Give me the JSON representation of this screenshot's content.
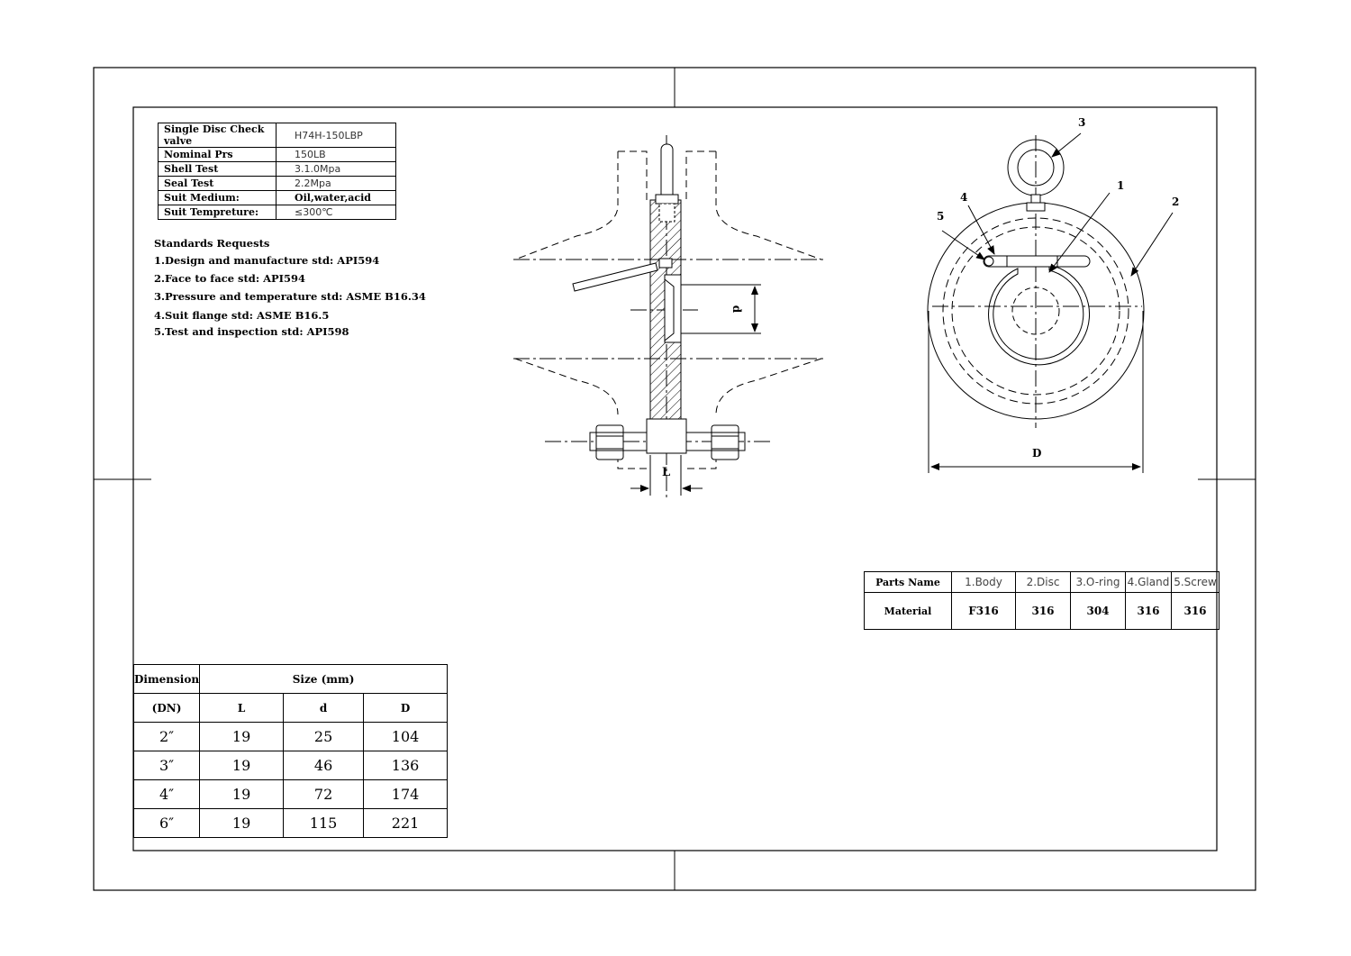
{
  "spec_table": {
    "rows": [
      {
        "label": "Single Disc Check valve",
        "value": "H74H-150LBP"
      },
      {
        "label": "Nominal Prs",
        "value": "150LB"
      },
      {
        "label": "Shell Test",
        "value": "3.1.0Mpa"
      },
      {
        "label": "Seal Test",
        "value": "2.2Mpa"
      },
      {
        "label": "Suit Medium:",
        "value": "Oil,water,acid"
      },
      {
        "label": "Suit Tempreture:",
        "value": "≤300℃"
      }
    ]
  },
  "standards": {
    "heading": "Standards Requests",
    "items": [
      "1.Design and manufacture std: API594",
      "2.Face to face std: API594",
      "3.Pressure and temperature std: ASME B16.34",
      "4.Suit flange std: ASME B16.5",
      "5.Test and inspection std: API598"
    ]
  },
  "section_view": {
    "dim_d": "d",
    "dim_L": "L"
  },
  "front_view": {
    "dim_D": "D",
    "callouts": [
      "1",
      "2",
      "3",
      "4",
      "5"
    ]
  },
  "materials_table": {
    "header_label": "Parts Name",
    "parts": [
      "1.Body",
      "2.Disc",
      "3.O-ring",
      "4.Gland",
      "5.Screw"
    ],
    "row_label": "Material",
    "materials": [
      "F316",
      "316",
      "304",
      "316",
      "316"
    ]
  },
  "dimension_table": {
    "col1_header": "Dimension",
    "col1_sub": "(DN)",
    "size_header": "Size (mm)",
    "columns": [
      "L",
      "d",
      "D"
    ],
    "rows": [
      {
        "dn": "2″",
        "L": "19",
        "d": "25",
        "D": "104"
      },
      {
        "dn": "3″",
        "L": "19",
        "d": "46",
        "D": "136"
      },
      {
        "dn": "4″",
        "L": "19",
        "d": "72",
        "D": "174"
      },
      {
        "dn": "6″",
        "L": "19",
        "d": "115",
        "D": "221"
      }
    ]
  }
}
